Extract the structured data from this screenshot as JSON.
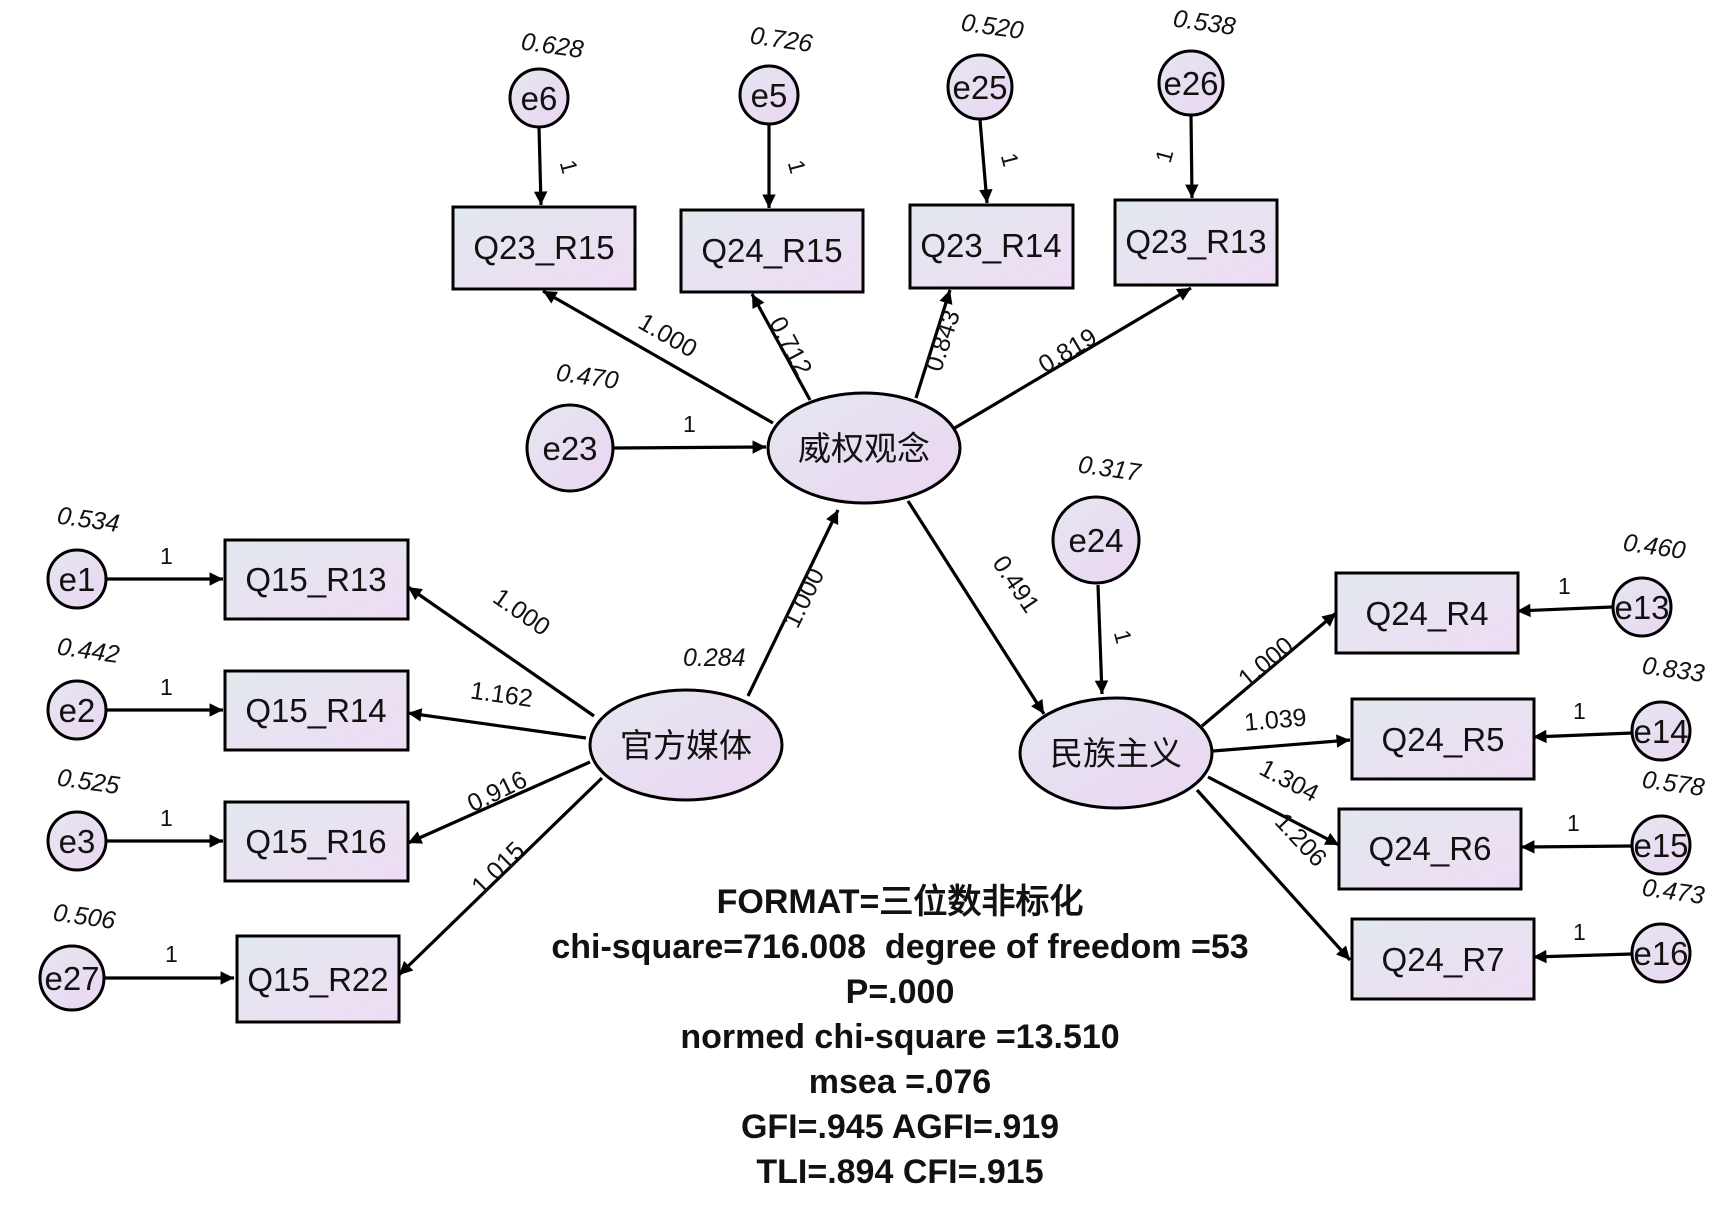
{
  "latents": {
    "authority": "威权观念",
    "media": "官方媒体",
    "nationalism": "民族主义"
  },
  "observed": {
    "Q23_R15": "Q23_R15",
    "Q24_R15": "Q24_R15",
    "Q23_R14": "Q23_R14",
    "Q23_R13": "Q23_R13",
    "Q15_R13": "Q15_R13",
    "Q15_R14": "Q15_R14",
    "Q15_R16": "Q15_R16",
    "Q15_R22": "Q15_R22",
    "Q24_R4": "Q24_R4",
    "Q24_R5": "Q24_R5",
    "Q24_R6": "Q24_R6",
    "Q24_R7": "Q24_R7"
  },
  "errors": {
    "e6": "e6",
    "e5": "e5",
    "e25": "e25",
    "e26": "e26",
    "e23": "e23",
    "e24": "e24",
    "e1": "e1",
    "e2": "e2",
    "e3": "e3",
    "e27": "e27",
    "e13": "e13",
    "e14": "e14",
    "e15": "e15",
    "e16": "e16"
  },
  "variances": {
    "e6": "0.628",
    "e5": "0.726",
    "e25": "0.520",
    "e26": "0.538",
    "e23": "0.470",
    "e24": "0.317",
    "e1": "0.534",
    "e2": "0.442",
    "e3": "0.525",
    "e27": "0.506",
    "e13": "0.460",
    "e14": "0.833",
    "e15": "0.578",
    "e16": "0.473",
    "media": "0.284"
  },
  "loadings": {
    "Q23_R15": "1.000",
    "Q24_R15": "0.712",
    "Q23_R14": "0.843",
    "Q23_R13": "0.819",
    "Q15_R13": "1.000",
    "Q15_R14": "1.162",
    "Q15_R16": "0.916",
    "Q15_R22": "1.015",
    "Q24_R4": "1.000",
    "Q24_R5": "1.039",
    "Q24_R6": "1.304",
    "Q24_R7": "1.206"
  },
  "paths": {
    "media_to_authority": "1.000",
    "authority_to_nationalism": "0.491"
  },
  "fixed_weight": "1",
  "fit_stats": {
    "line1": "FORMAT=三位数非标化",
    "line2": "chi-square=716.008  degree of freedom =53",
    "line3": "P=.000",
    "line4": "normed chi-square =13.510",
    "line5": "msea =.076",
    "line6": "GFI=.945 AGFI=.919",
    "line7": "TLI=.894 CFI=.915"
  },
  "colors": {
    "node_fill_top": "#e4e8ee",
    "node_fill_bottom": "#ecdcf2",
    "ellipse_fill": "#e6dcf0",
    "stroke": "#000000"
  }
}
